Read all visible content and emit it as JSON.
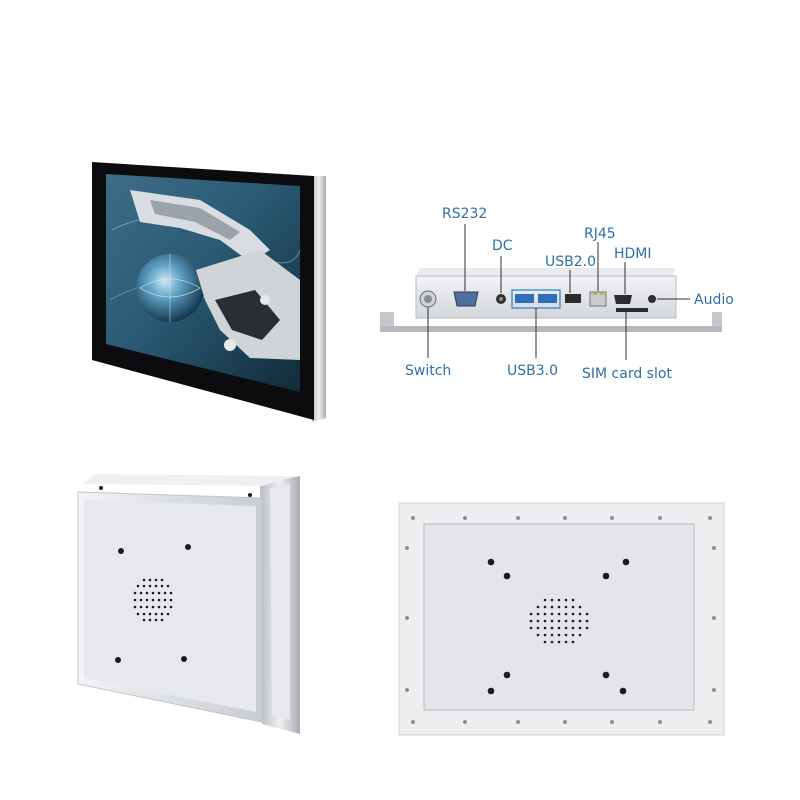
{
  "ports": {
    "rs232": "RS232",
    "dc": "DC",
    "rj45": "RJ45",
    "usb20": "USB2.0",
    "hdmi": "HDMI",
    "audio": "Audio",
    "switch": "Switch",
    "usb30": "USB3.0",
    "sim": "SIM card slot"
  },
  "colors": {
    "label": "#2e6fa8",
    "leader": "#2f2f2f",
    "chassis": "#e4e6e9",
    "screen_bezel": "#0c0c0e",
    "usb3_highlight": "#3a8fd8"
  }
}
